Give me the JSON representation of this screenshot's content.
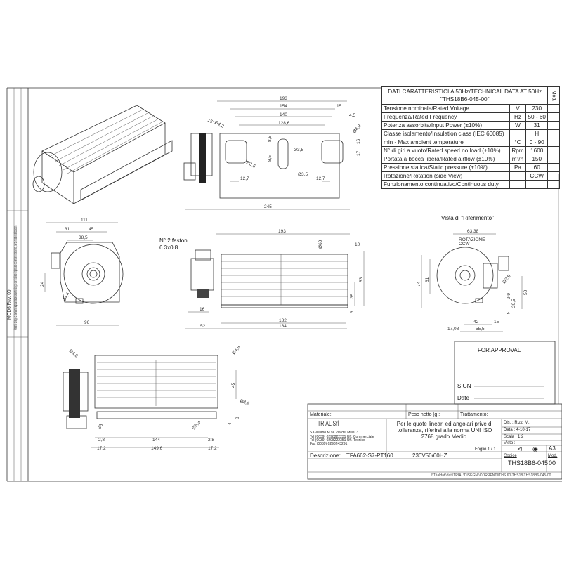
{
  "side_strip": {
    "revision": "MOD6 Rev. 00",
    "notice": "A termini di legge ci riserviamo la proprietà del presente disegno con il divieto di riprodurlo o di renderlo noto a terzi, senza nostra autorizzazione."
  },
  "technical_table": {
    "title": "DATI CARATTERISTICI A 50Hz/TECHNICAL DATA AT 50Hz",
    "code": "\"THS18B6-045-00\"",
    "mod_header": "Mod.",
    "rows": [
      {
        "label": "Tensione  nominale/Rated Voltage",
        "unit": "V",
        "value": "230"
      },
      {
        "label": "Frequenza/Rated Frequency",
        "unit": "Hz",
        "value": "50 - 60"
      },
      {
        "label": "Potenza assorbita/Input Power (±10%)",
        "unit": "W",
        "value": "31"
      },
      {
        "label": "Classe isolamento/Insulation class (IEC 60085)",
        "unit": "",
        "value": "H"
      },
      {
        "label": "min - Max ambient temperature",
        "unit": "°C",
        "value": "0 - 90"
      },
      {
        "label": "N° di giri a vuoto/Rated speed no load (±10%)",
        "unit": "Rpm",
        "value": "1600"
      },
      {
        "label": "Portata a bocca libera/Rated airflow (±10%)",
        "unit": "m³/h",
        "value": "150"
      },
      {
        "label": "Pressione statica/Static pressure (±10%)",
        "unit": "Pa",
        "value": "60"
      },
      {
        "label": "Rotazione/Rotation (side View)",
        "unit": "",
        "value": "CCW"
      },
      {
        "label": "Funzionamento continuativo/Continuous duty",
        "unit": "",
        "value": ""
      }
    ]
  },
  "top_view_dims": [
    "193",
    "154",
    "15",
    "140",
    "4,5",
    "128,6",
    "Ø4,8",
    "16",
    "17",
    "Ø4,2",
    "15°",
    "8,5",
    "8,5",
    "Ø3,5",
    "Ø3,5",
    "Ø3,5",
    "12,7",
    "12,7",
    "245"
  ],
  "side_view_dims": [
    "111",
    "31",
    "45",
    "38,5",
    "24",
    "Ø4,4",
    "96"
  ],
  "front_view": {
    "faston_label": "N° 2 faston",
    "faston_size": "6.3x0.8",
    "dims": [
      "193",
      "Ø60",
      "10",
      "83",
      "35",
      "3",
      "16",
      "182",
      "52",
      "184"
    ]
  },
  "reference_view": {
    "title": "Vista di \"Riferimento\"",
    "rotation_label": "ROTAZIONE",
    "rotation_dir": "CCW",
    "dims": [
      "63,38",
      "74",
      "61",
      "Ø2,5",
      "9,9",
      "20,5",
      "50",
      "4",
      "42",
      "15",
      "17,08",
      "55,5"
    ]
  },
  "bottom_view_dims": [
    "Ø4,8",
    "Ø4,8",
    "45",
    "Ø4,8",
    "8",
    "4",
    "Ø3",
    "Ø3,3",
    "2,8",
    "144",
    "2,8",
    "17,2",
    "149,6",
    "17,2"
  ],
  "approval": {
    "title": "FOR APPROVAL",
    "sign_label": "SIGN",
    "date_label": "Date"
  },
  "title_block": {
    "material_label": "Materiale:",
    "weight_label": "Peso netto [g]:",
    "treatment_label": "Trattamento:",
    "company": "TRIAL Srl",
    "address": "S.Giuliano M.se Via dei Mille, 3",
    "tel1": "Tel  (0039) 0298222231 Uff. Commerciale",
    "tel2": "Tel  (0039) 0298222351 Uff. Tecnico",
    "fax": "Fax (0039) 0298243291",
    "tolerance_note": "Per le quote lineari ed angolari prive di tolleranza, riferirsi alla norma UNI ISO 2768 grado Medio.",
    "sheet": "Foglio 1 / 1",
    "drawn_by": "Dis. :  Rizzi M.",
    "date": "Data :  4-10-17",
    "scale": "Scala :  1:2",
    "checked": "Visto :     -",
    "format": "A3",
    "description_label": "Descrizione:",
    "description": "TFA662-S7-PT160",
    "voltage_spec": "230V50/60HZ",
    "code_label": "Codice",
    "code": "THS18B6-045",
    "mod_label": "Mod.",
    "mod": "00",
    "file_path": "\\\\Trialdati\\dati\\TRIAL\\DISEGNI\\CORRENTI\\THS 60\\THS18\\THS18B6-045-00"
  }
}
